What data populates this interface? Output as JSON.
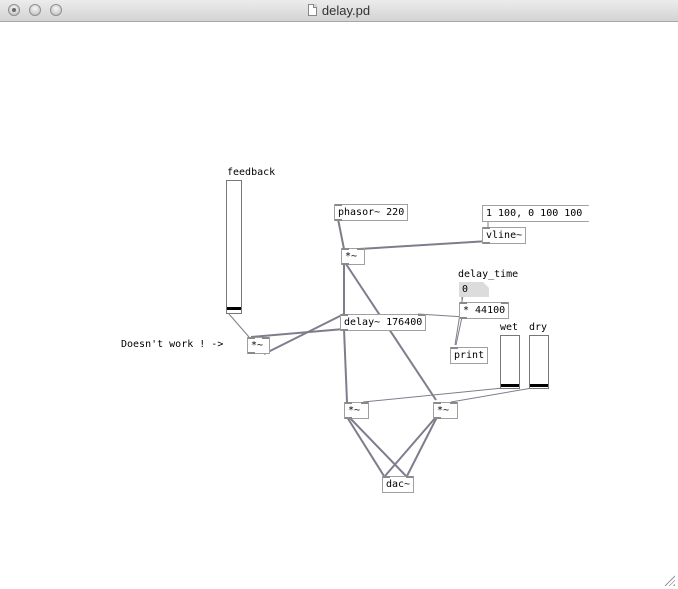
{
  "window": {
    "title": "delay.pd"
  },
  "objects": {
    "phasor": "phasor~ 220",
    "mul_top": "*~",
    "delay": "delay~ 176400",
    "mul_fb": "*~",
    "vline": "vline~",
    "mul_const": "* 44100",
    "print": "print",
    "mul_wet": "*~",
    "mul_dry": "*~",
    "dac": "dac~"
  },
  "messages": {
    "envelope": "1 100, 0 100 100"
  },
  "numbox": {
    "value": "0"
  },
  "labels": {
    "feedback": "feedback",
    "delay_time": "delay_time",
    "wet": "wet",
    "dry": "dry",
    "comment": "Doesn't work ! ->"
  },
  "sliders": {
    "feedback_level": 0.02,
    "wet_level": 0.03,
    "dry_level": 0.03
  },
  "icons": {
    "document": "pd-document-icon"
  }
}
